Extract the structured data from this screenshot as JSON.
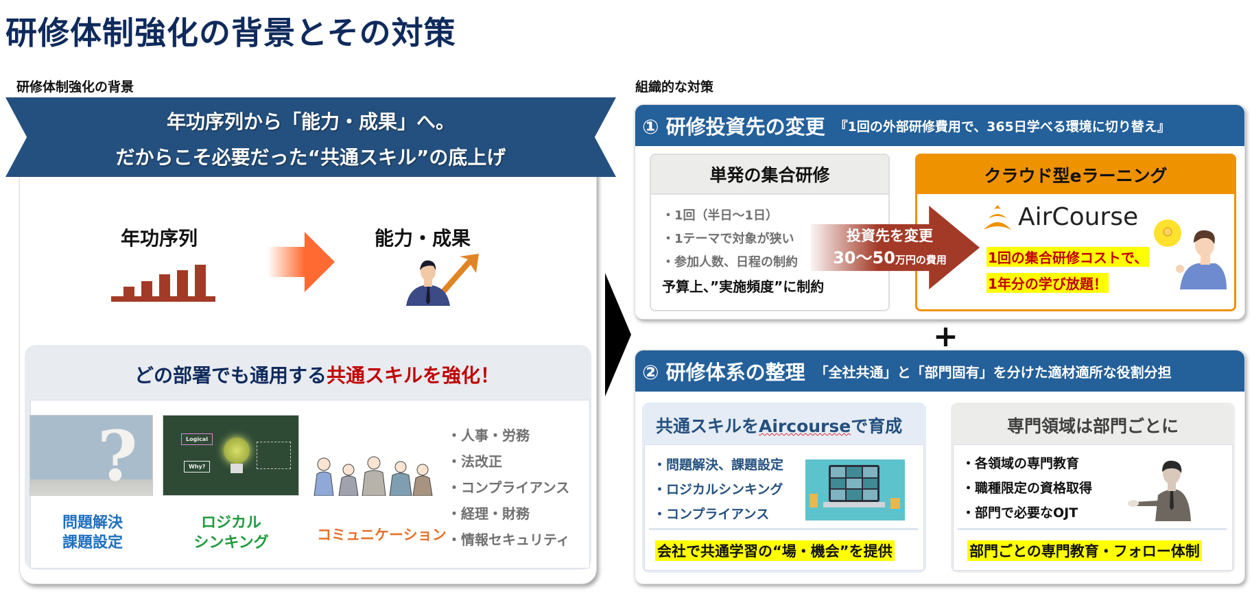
{
  "page": {
    "title": "研修体制強化の背景とその対策"
  },
  "left": {
    "section_label": "研修体制強化の背景",
    "banner": {
      "line1": "年功序列から「能力・成果」へ。",
      "line2": "だからこそ必要だった“共通スキル”の底上げ"
    },
    "from_label": "年功序列",
    "to_label": "能力・成果",
    "skill_heading": {
      "part1": "どの部署でも通用する",
      "part2": "共通スキルを強化！"
    },
    "skills": [
      {
        "line1": "問題解決",
        "line2": "課題設定"
      },
      {
        "line1": "ロジカル",
        "line2": "シンキング"
      },
      {
        "line1": "コミュニケーション"
      }
    ],
    "photo_texts": {
      "bubble1": "Logical",
      "bubble2": "Why?"
    },
    "other_topics": [
      "・人事・労務",
      "・法改正",
      "・コンプライアンス",
      "・経理・財務",
      "・情報セキュリティ"
    ]
  },
  "right": {
    "section_label": "組織的な対策",
    "measure1": {
      "title": "① 研修投資先の変更",
      "subtitle": "『1回の外部研修費用で、365日学べる環境に切り替え』",
      "old": {
        "heading": "単発の集合研修",
        "items": [
          "・1回（半日～1日）",
          "・1テーマで対象が狭い",
          "・参加人数、日程の制約"
        ],
        "conclusion": "予算上、”実施頻度”に制約"
      },
      "arrow": {
        "line1": "投資先を変更",
        "amount": "30～50",
        "unit": "万円の費用"
      },
      "new": {
        "heading": "クラウド型eラーニング",
        "brand": "AirCourse",
        "highlight1": "1回の集合研修コストで、",
        "highlight2": "1年分の学び放題！"
      }
    },
    "plus": "+",
    "measure2": {
      "title": "② 研修体系の整理",
      "subtitle": "「全社共通」と「部門固有」を分けた適材適所な役割分担",
      "common": {
        "heading_pre": "共通スキルを",
        "heading_brand": "Aircourse",
        "heading_post": "で育成",
        "items": [
          "・問題解決、課題設定",
          "・ロジカルシンキング",
          "・コンプライアンス"
        ],
        "conclusion": "会社で共通学習の“場・機会”を提供"
      },
      "dept": {
        "heading": "専門領域は部門ごとに",
        "items": [
          "・各領域の専門教育",
          "・職種限定の資格取得",
          "・部門で必要なOJT"
        ],
        "conclusion": "部門ごとの専門教育・フォロー体制"
      }
    }
  },
  "colors": {
    "navy": "#0f2a5c",
    "banner": "#24507f",
    "header_blue": "#24609a",
    "orange": "#ee9200",
    "brick": "#a33a28",
    "red": "#c00000",
    "highlight": "#ffff00"
  }
}
